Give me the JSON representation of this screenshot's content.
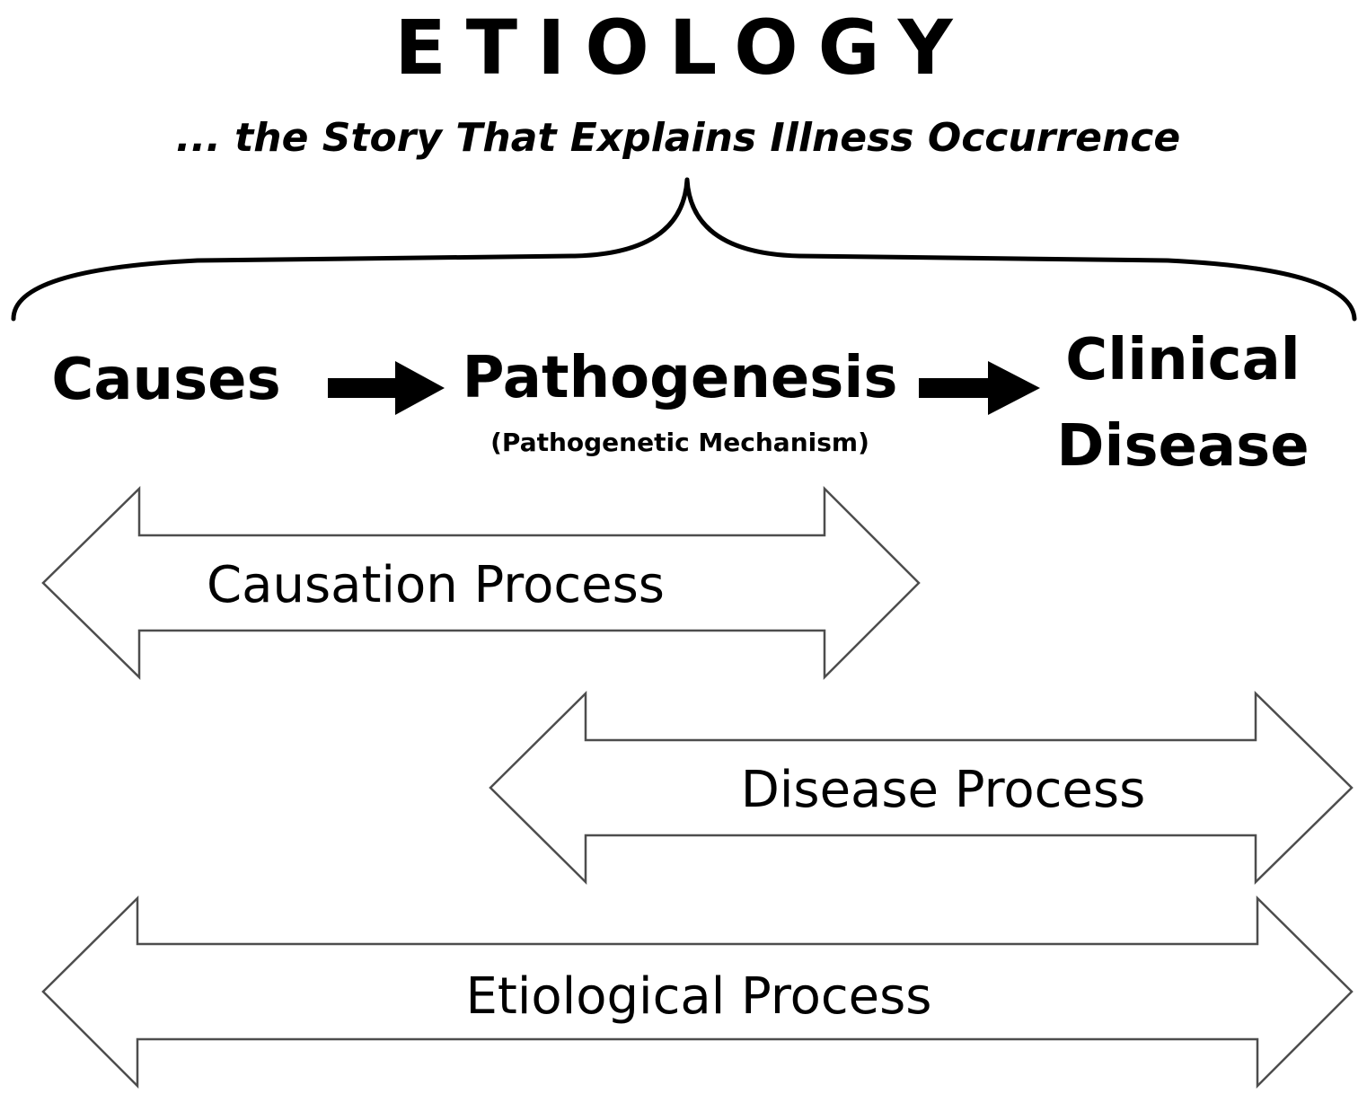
{
  "title": "ETIOLOGY",
  "subtitle": "... the Story That Explains Illness Occurrence",
  "stages": {
    "causes": "Causes",
    "pathogenesis": "Pathogenesis",
    "pathogenesis_note": "(Pathogenetic Mechanism)",
    "clinical_line1": "Clinical",
    "clinical_line2": "Disease"
  },
  "processes": {
    "causation": "Causation Process",
    "disease": "Disease Process",
    "etiological": "Etiological Process"
  },
  "colors": {
    "text": "#111111",
    "flow_arrow": "#000000",
    "span_arrow_outline": "#4d4d4d",
    "background": "#ffffff"
  }
}
